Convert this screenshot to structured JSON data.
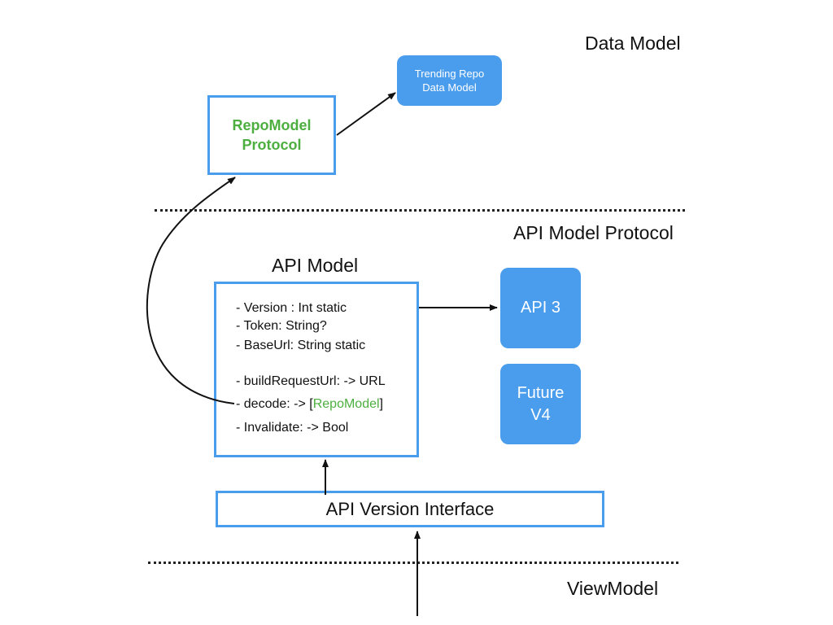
{
  "layers": {
    "data_model": "Data Model",
    "api_model_protocol": "API Model Protocol",
    "view_model": "ViewModel"
  },
  "repo_model_protocol": {
    "line1": "RepoModel",
    "line2": "Protocol"
  },
  "trending_repo": {
    "line1": "Trending Repo",
    "line2": "Data Model"
  },
  "api_model": {
    "title": "API Model",
    "fields": {
      "version": "- Version : Int static",
      "token": "- Token: String?",
      "base_url": "- BaseUrl: String static",
      "build_request_url": "- buildRequestUrl: -> URL",
      "decode_prefix": "- decode: -> [",
      "decode_type": "RepoModel",
      "decode_suffix": "]",
      "invalidate": "- Invalidate: -> Bool"
    }
  },
  "api3": {
    "label": "API 3"
  },
  "future_v4": {
    "line1": "Future",
    "line2": "V4"
  },
  "api_version_interface": {
    "label": "API Version Interface"
  },
  "colors": {
    "accent": "#4a9cec",
    "protocol_text": "#4caf3f",
    "pill_text": "#ffffff"
  }
}
